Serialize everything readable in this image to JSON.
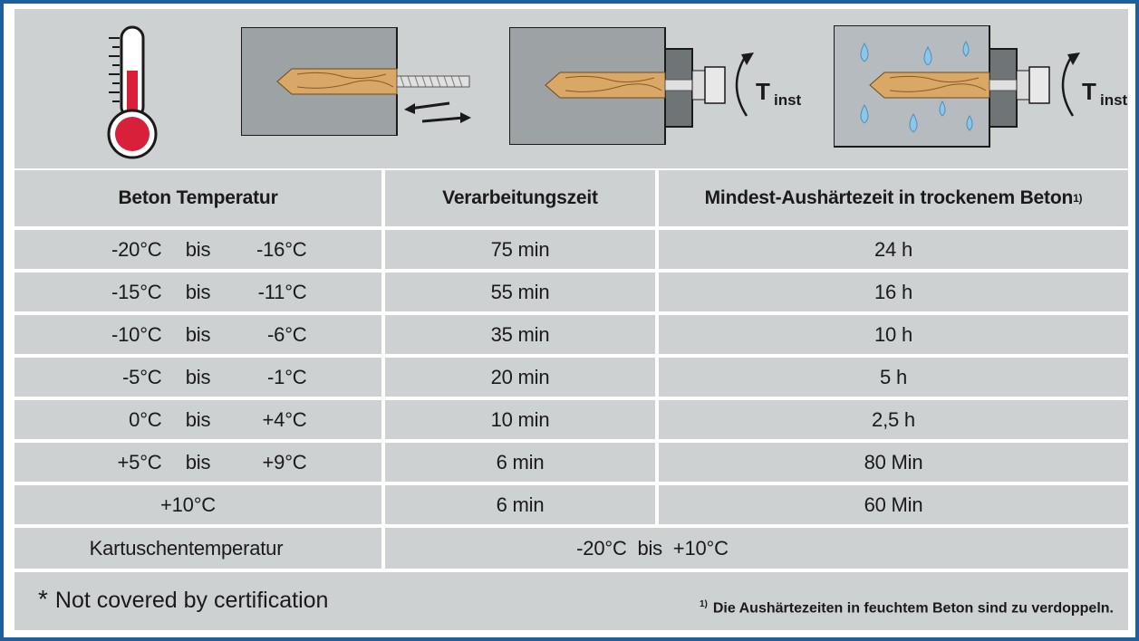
{
  "icons": {
    "thermometer": "thermometer-icon",
    "panel1": "anchor-insertion-icon",
    "panel2": "anchor-torque-dry-icon",
    "panel3": "anchor-torque-wet-icon",
    "torque_label_main": "T",
    "torque_label_sub": "inst"
  },
  "table": {
    "headers": {
      "temp": "Beton Temperatur",
      "work": "Verarbeitungszeit",
      "cure": "Mindest-Aushärtezeit in trockenem Beton",
      "cure_sup": "1)"
    },
    "rows": [
      {
        "lo": "-20°C",
        "bis": "bis",
        "hi": "-16°C",
        "work": "75 min",
        "cure": "24 h"
      },
      {
        "lo": "-15°C",
        "bis": "bis",
        "hi": "-11°C",
        "work": "55 min",
        "cure": "16 h"
      },
      {
        "lo": "-10°C",
        "bis": "bis",
        "hi": "-6°C",
        "work": "35 min",
        "cure": "10 h"
      },
      {
        "lo": "-5°C",
        "bis": "bis",
        "hi": "-1°C",
        "work": "20 min",
        "cure": "5 h"
      },
      {
        "lo": "0°C",
        "bis": "bis",
        "hi": "+4°C",
        "work": "10 min",
        "cure": "2,5 h"
      },
      {
        "lo": "+5°C",
        "bis": "bis",
        "hi": "+9°C",
        "work": "6 min",
        "cure": "80 Min"
      },
      {
        "single": "+10°C",
        "work": "6 min",
        "cure": "60 Min"
      }
    ],
    "cartridge": {
      "label": "Kartuschentemperatur",
      "value": "-20°C  bis  +10°C"
    }
  },
  "footer": {
    "star": "*",
    "note": "Not covered by certification",
    "footnote_mark": "1)",
    "footnote": "Die Aushärtezeiten in feuchtem Beton sind zu verdoppeln."
  },
  "colors": {
    "frame": "#1f5f9f",
    "cell": "#cdd1d2",
    "resin": "#d9a866",
    "thermo_red": "#d8203a"
  }
}
